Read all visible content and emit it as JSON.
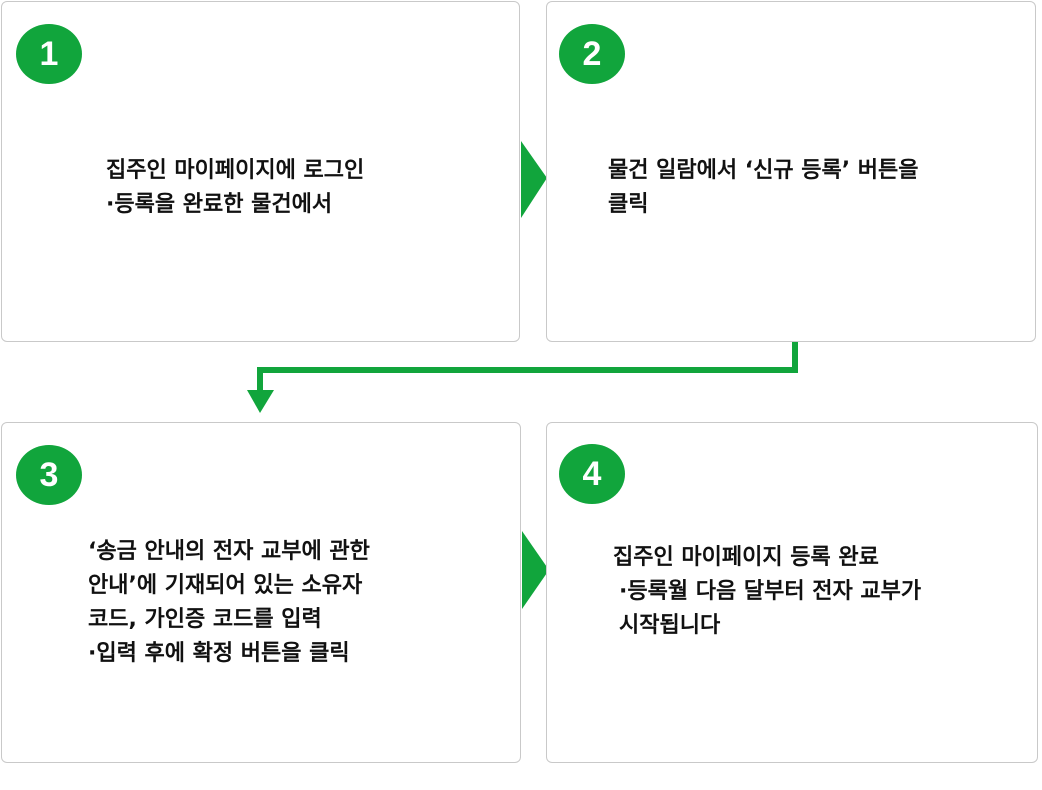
{
  "colors": {
    "accent": "#11a53c",
    "card_border": "#c9c9c9",
    "text": "#111111"
  },
  "steps": [
    {
      "number": "1",
      "lines": [
        "집주인 마이페이지에 로그인",
        "·등록을 완료한 물건에서"
      ]
    },
    {
      "number": "2",
      "lines": [
        "물건 일람에서 ‘신규 등록’ 버튼을",
        "클릭"
      ]
    },
    {
      "number": "3",
      "lines": [
        "‘송금 안내의 전자 교부에 관한",
        "안내’에 기재되어 있는 소유자",
        "코드, 가인증 코드를 입력",
        "·입력 후에 확정 버튼을 클릭"
      ]
    },
    {
      "number": "4",
      "lines": [
        "집주인 마이페이지 등록 완료",
        "·등록월 다음 달부터 전자 교부가",
        "시작됩니다"
      ]
    }
  ]
}
